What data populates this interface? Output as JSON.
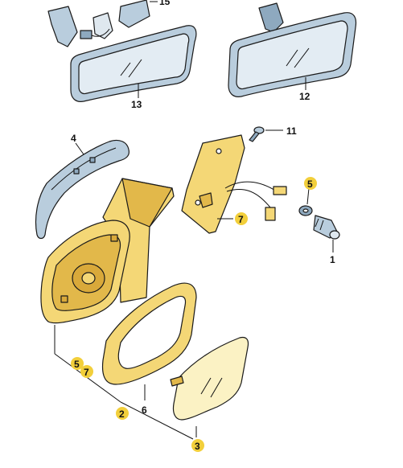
{
  "callouts": {
    "c1": "1",
    "c2": "2",
    "c3": "3",
    "c4": "4",
    "c5a": "5",
    "c5b": "5",
    "c6": "6",
    "c7a": "7",
    "c7b": "7",
    "c11": "11",
    "c12": "12",
    "c13": "13",
    "c15": "15"
  },
  "colors": {
    "part_yellow": "#f4d776",
    "part_yellow_dark": "#e2b84a",
    "part_blue": "#b9cddd",
    "part_blue_dark": "#8ea9bf",
    "glass_yellow": "#fbf2c4",
    "highlight_badge": "#f2cf3b"
  }
}
